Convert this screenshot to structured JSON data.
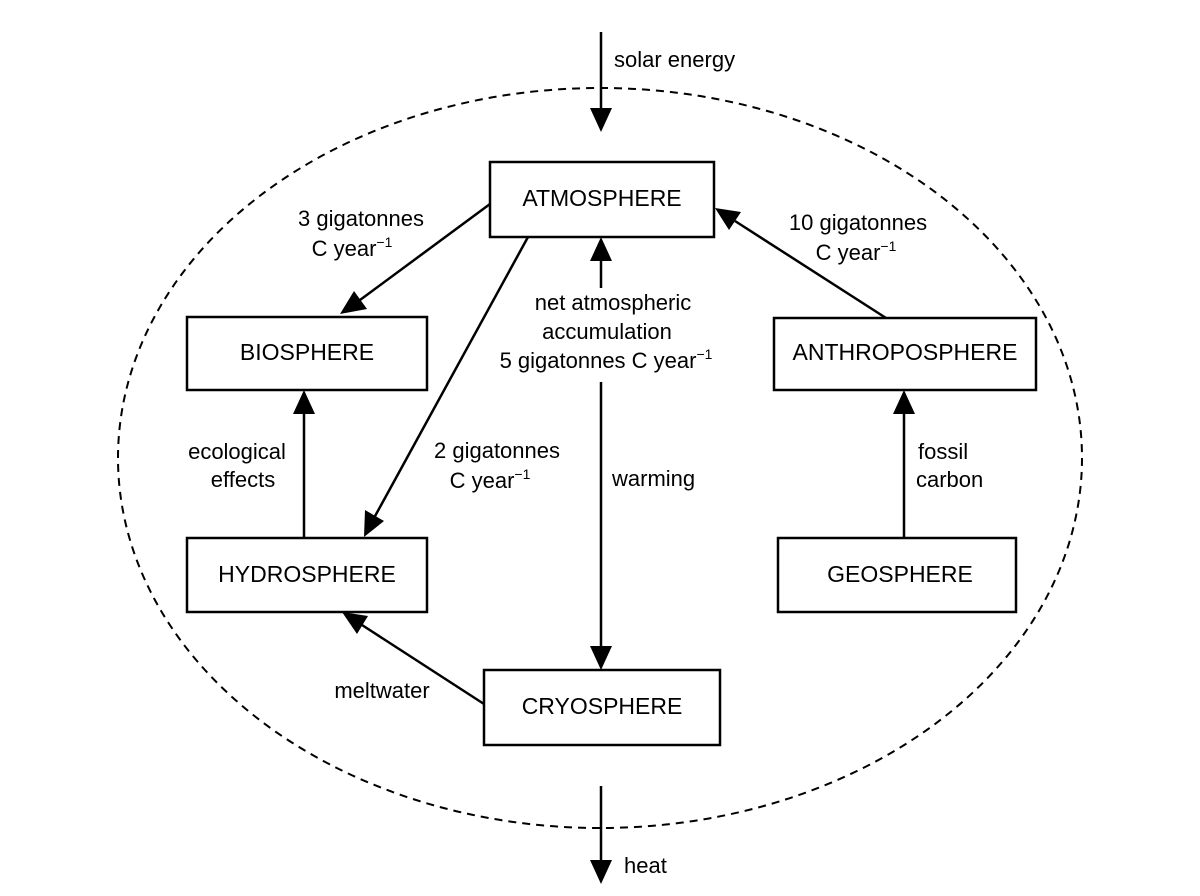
{
  "colors": {
    "stroke": "#000000",
    "background": "#ffffff"
  },
  "external": {
    "solar_energy": "solar energy",
    "heat": "heat"
  },
  "spheres": {
    "atmosphere": "ATMOSPHERE",
    "biosphere": "BIOSPHERE",
    "anthroposphere": "ANTHROPOSPHERE",
    "hydrosphere": "HYDROSPHERE",
    "geosphere": "GEOSPHERE",
    "cryosphere": "CRYOSPHERE"
  },
  "flows": {
    "atm_to_bio": {
      "line1": "3 gigatonnes",
      "line2": "C year",
      "exp": "−1"
    },
    "anthro_to_atm": {
      "line1": "10 gigatonnes",
      "line2": "C year",
      "exp": "−1"
    },
    "atm_to_hydro": {
      "line1": "2 gigatonnes",
      "line2": "C year",
      "exp": "−1"
    },
    "net_accumulation": {
      "line1": "net atmospheric",
      "line2": "accumulation",
      "line3": "5 gigatonnes C year",
      "exp": "−1"
    },
    "warming": "warming",
    "ecological_effects": {
      "line1": "ecological",
      "line2": "effects"
    },
    "fossil_carbon": {
      "line1": "fossil",
      "line2": "carbon"
    },
    "meltwater": "meltwater"
  }
}
